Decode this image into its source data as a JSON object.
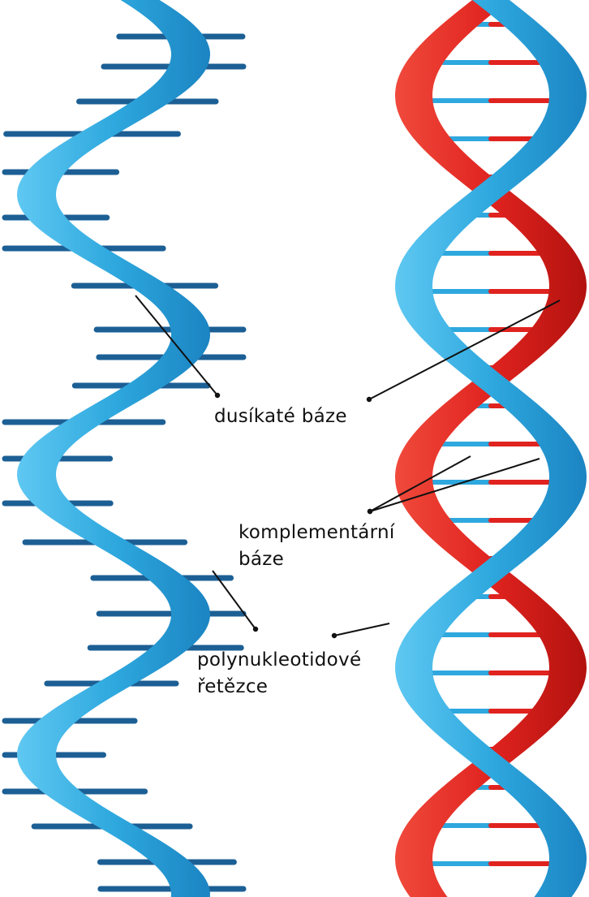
{
  "labels": {
    "nitrogen_bases": "dusíkaté báze",
    "complementary_bases_line1": "komplementární",
    "complementary_bases_line2": "báze",
    "polynucleotide_chains_line1": "polynukleotidové",
    "polynucleotide_chains_line2": "řetězce"
  },
  "colors": {
    "strand_blue": "#2ea8de",
    "strand_blue_dark": "#1b7bb5",
    "strand_red": "#e0231f",
    "strand_red_dark": "#a8100e",
    "base_rod_dark": "#1c5f94",
    "leader_line": "#111111"
  }
}
